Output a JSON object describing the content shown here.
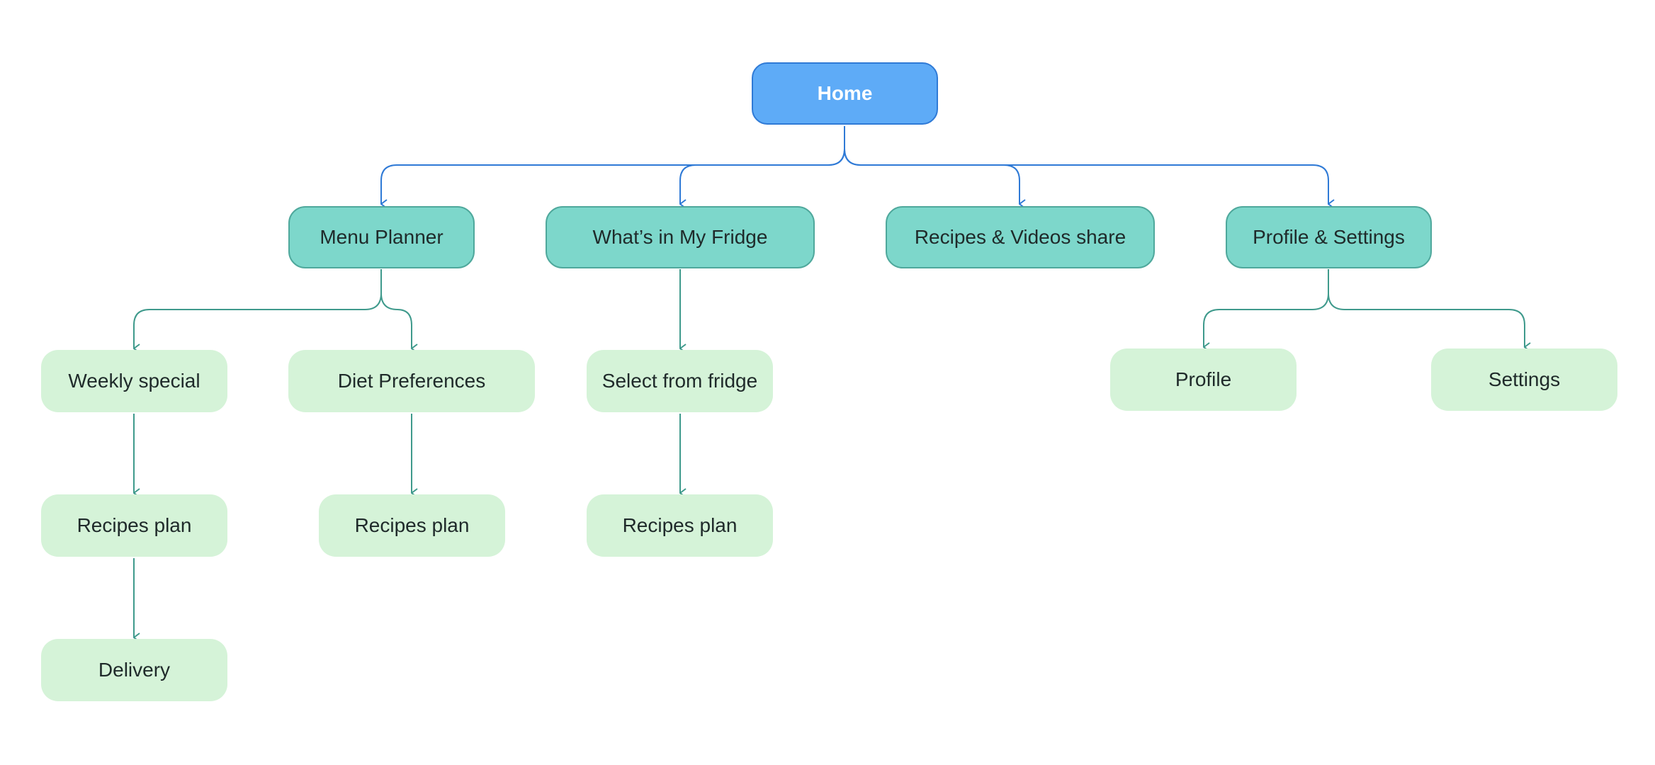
{
  "colors": {
    "root_fill": "#5eabf7",
    "root_border": "#2f7ad6",
    "section_fill": "#7dd7cb",
    "section_border": "#4fa89c",
    "leaf_fill": "#d5f3d8",
    "blue_link": "#2f7ad6",
    "teal_link": "#3f9a8c"
  },
  "home": {
    "label": "Home"
  },
  "sections": {
    "menu_planner": {
      "label": "Menu Planner"
    },
    "fridge": {
      "label": "What’s in My Fridge"
    },
    "recipes_videos": {
      "label": "Recipes & Videos share"
    },
    "profile_settings": {
      "label": "Profile & Settings"
    }
  },
  "pages": {
    "weekly_special": {
      "label": "Weekly special"
    },
    "diet_preferences": {
      "label": "Diet Preferences"
    },
    "select_from_fridge": {
      "label": "Select from fridge"
    },
    "profile": {
      "label": "Profile"
    },
    "settings": {
      "label": "Settings"
    },
    "recipes_plan_weekly": {
      "label": "Recipes plan"
    },
    "recipes_plan_diet": {
      "label": "Recipes plan"
    },
    "recipes_plan_fridge": {
      "label": "Recipes plan"
    },
    "delivery": {
      "label": "Delivery"
    }
  }
}
